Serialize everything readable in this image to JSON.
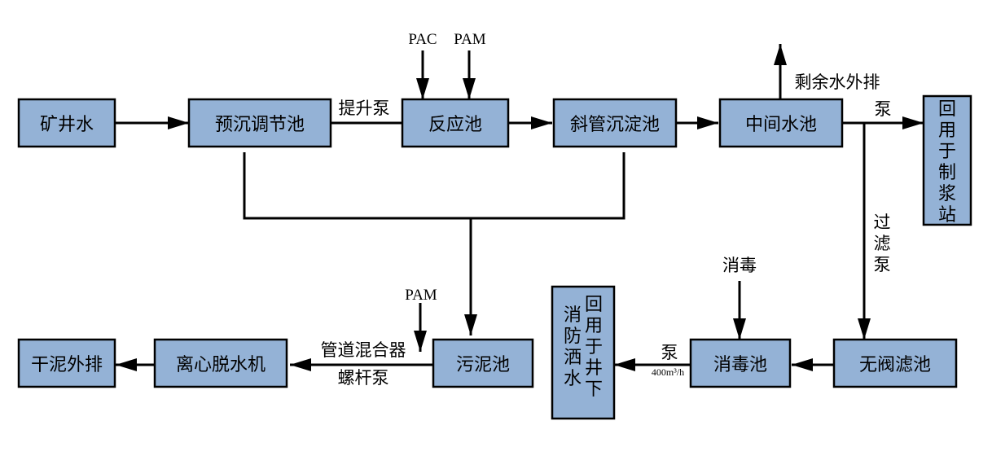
{
  "nodes": {
    "mine_water": "矿井水",
    "pre_settle": "预沉调节池",
    "reaction": "反应池",
    "incline_settle": "斜管沉淀池",
    "middle_pool": "中间水池",
    "reuse_slurry": [
      "回",
      "用",
      "于",
      "制",
      "浆",
      "站"
    ],
    "sludge_pool": "污泥池",
    "centrifuge": "离心脱水机",
    "dry_mud": "干泥外排",
    "disinfect_pool": "消毒池",
    "valveless_filter": "无阀滤池",
    "reuse_underground_col1": [
      "回",
      "用",
      "于",
      "井",
      "下"
    ],
    "reuse_underground_col2": [
      "消",
      "防",
      "洒",
      "水"
    ]
  },
  "labels": {
    "lift_pump": "提升泵",
    "pac": "PAC",
    "pam_top": "PAM",
    "surplus_discharge": "剩余水外排",
    "pump_right": "泵",
    "filter_pump": [
      "过",
      "滤",
      "泵"
    ],
    "disinfect": "消毒",
    "pam_bottom": "PAM",
    "pipe_mixer": "管道混合器",
    "screw_pump": "螺杆泵",
    "pump_bottom": "泵",
    "flow_rate": "400m³/h"
  },
  "colors": {
    "box_fill": "#94b2d6",
    "stroke": "#000000"
  }
}
